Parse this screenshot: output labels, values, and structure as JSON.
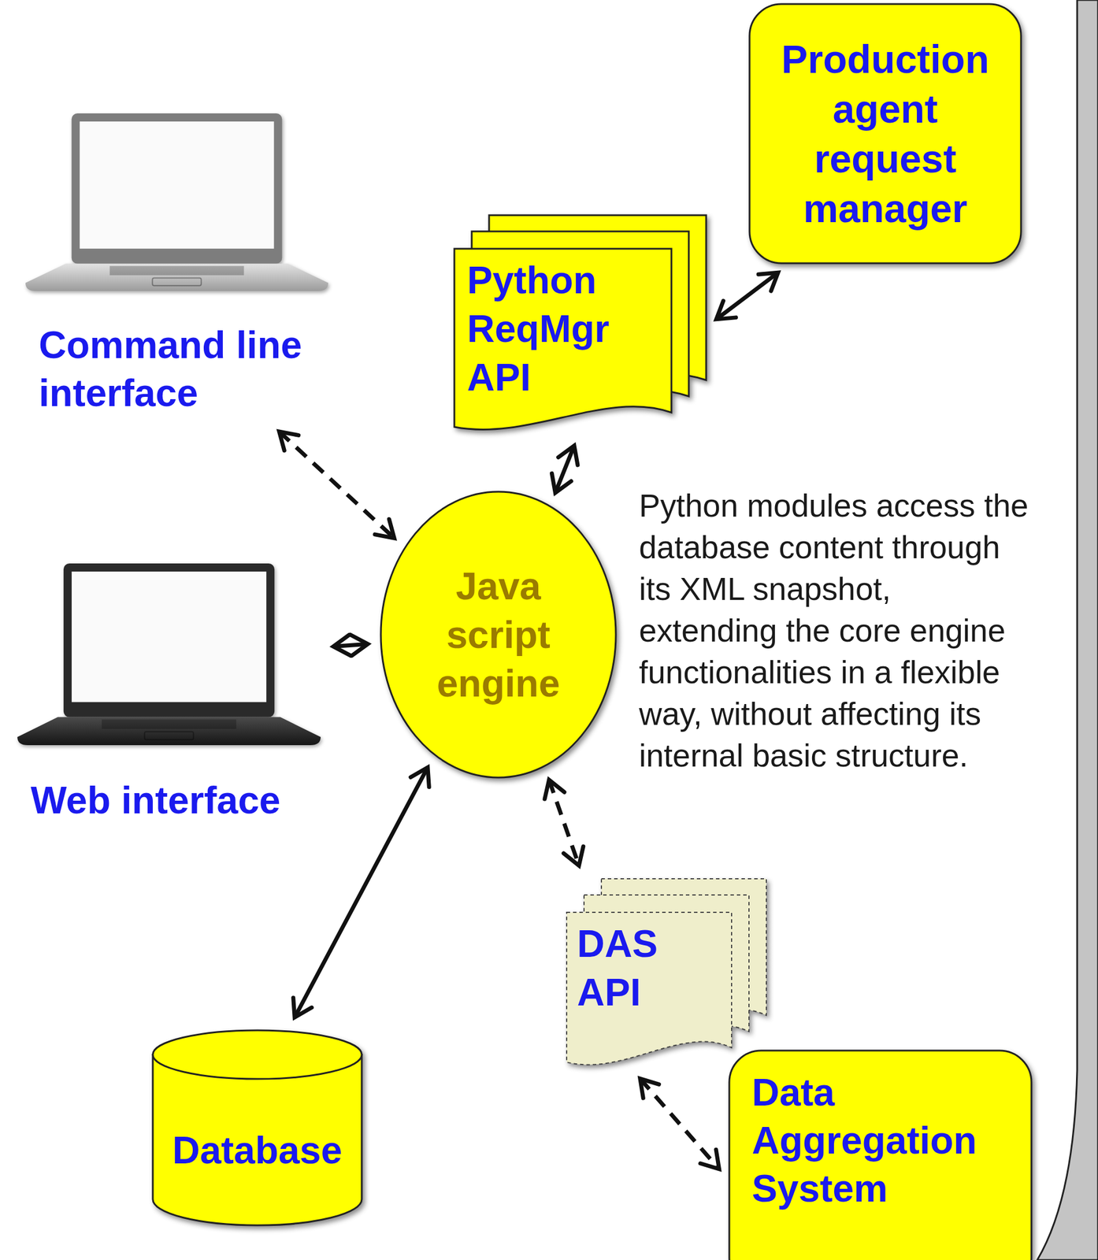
{
  "diagram": {
    "nodes": [
      {
        "text": [
          "Command line interface"
        ]
      },
      {
        "text": [
          "Production agent request manager"
        ]
      },
      {
        "text": [
          "Python ReqMgr API"
        ]
      },
      {
        "text": [
          "Java script engine"
        ]
      },
      {
        "text": [
          "Web interface"
        ]
      },
      {
        "text": [
          "DAS API"
        ]
      },
      {
        "text": [
          "Data Aggregation System"
        ]
      },
      {
        "text": [
          "Database"
        ]
      }
    ],
    "edges": [
      {
        "from": 0,
        "to": 3,
        "arrow": "both"
      },
      {
        "from": 2,
        "to": 1,
        "arrow": "both"
      },
      {
        "from": 3,
        "to": 2,
        "arrow": "both"
      },
      {
        "from": 4,
        "to": 3,
        "arrow": "both"
      },
      {
        "from": 3,
        "to": 7,
        "arrow": "both"
      },
      {
        "from": 3,
        "to": 5,
        "arrow": "both"
      },
      {
        "from": 5,
        "to": 6,
        "arrow": "both"
      }
    ],
    "labels": [
      "Python modules access the database content through its XML snapshot, extending the core engine functionalities in a flexible way, without affecting its internal basic structure."
    ]
  }
}
